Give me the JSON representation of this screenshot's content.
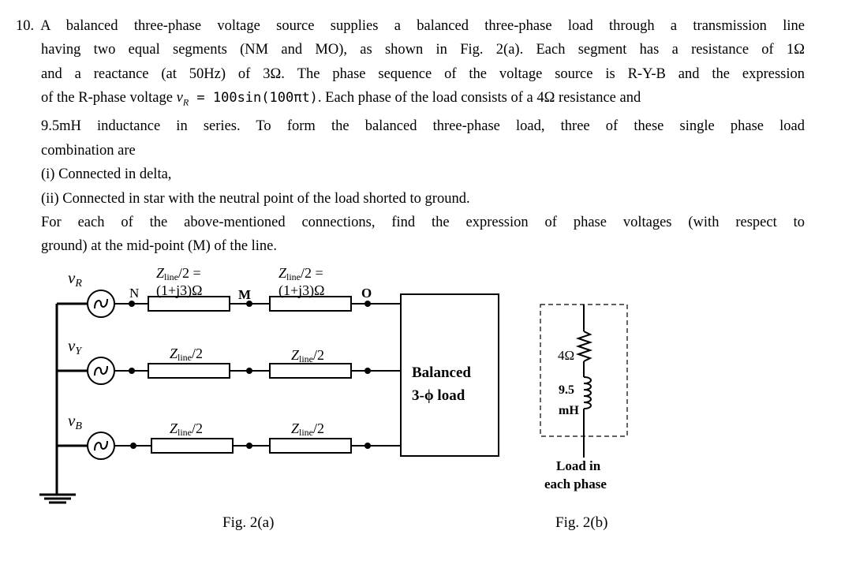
{
  "question": {
    "number": "10.",
    "lines": {
      "l1": "A balanced three-phase voltage source supplies a balanced three-phase load through a transmission line",
      "l2": "having two equal segments (NM and MO), as shown in Fig. 2(a). Each segment has a resistance of 1Ω",
      "l3": "and a reactance (at 50Hz) of 3Ω. The phase sequence of the voltage source is R-Y-B and the expression",
      "l4_pre": "of the R-phase voltage ",
      "l4_v": "v",
      "l4_sub": "R",
      "l4_eq": " = 100sin(100πt)",
      "l4_post": ". Each phase of the load consists of a 4Ω resistance and",
      "l5": "9.5mH inductance in series. To form the balanced three-phase load, three of these single phase load",
      "l6": "combination are",
      "l7": "(i) Connected in delta,",
      "l8": "(ii) Connected in star with the neutral point of the load shorted to ground.",
      "l9": "For each of the above-mentioned connections, find the expression of phase voltages (with respect to",
      "l10": "ground) at the mid-point (M) of the line."
    }
  },
  "fig_a": {
    "caption": "Fig. 2(a)",
    "node_n": "N",
    "node_m": "M",
    "node_o": "O",
    "v_symbol": "v",
    "sub_r": "R",
    "sub_y": "Y",
    "sub_b": "B",
    "z": "Z",
    "z_sub": "line",
    "half": "/2",
    "half_eq": "/2 =",
    "z_value": "(1+j3)Ω",
    "load_line1": "Balanced",
    "load_line2": "3-ϕ load"
  },
  "fig_b": {
    "caption": "Fig. 2(b)",
    "resistance": "4Ω",
    "inductance_1": "9.5",
    "inductance_2": "mH",
    "label_line1": "Load in",
    "label_line2": "each phase"
  }
}
